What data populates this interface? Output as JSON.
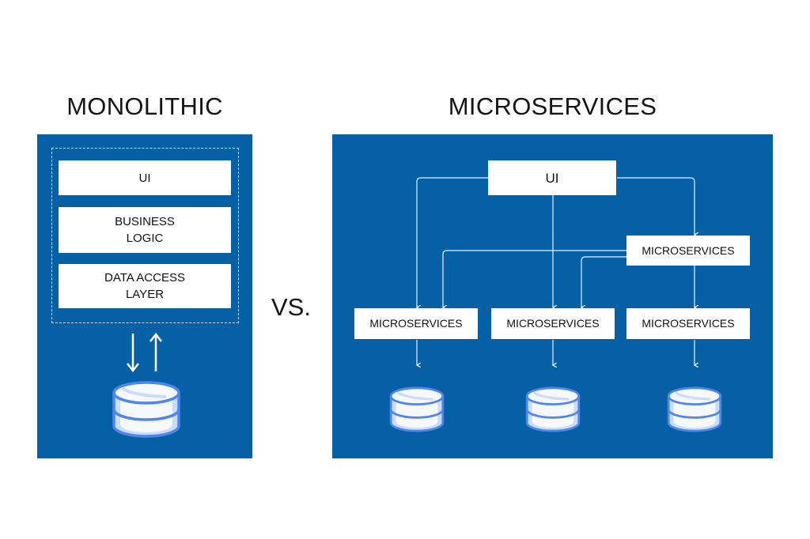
{
  "monolithic": {
    "title": "MONOLITHIC",
    "layers": [
      {
        "line1": "UI",
        "line2": ""
      },
      {
        "line1": "BUSINESS",
        "line2": "LOGIC"
      },
      {
        "line1": "DATA ACCESS",
        "line2": "LAYER"
      }
    ],
    "arrows": [
      "down",
      "up"
    ],
    "database_icon": "database-icon"
  },
  "separator": "VS.",
  "microservices": {
    "title": "MICROSERVICES",
    "ui_label": "UI",
    "gateway_label": "MICROSERVICES",
    "services": [
      "MICROSERVICES",
      "MICROSERVICES",
      "MICROSERVICES"
    ],
    "database_icon": "database-icon"
  },
  "colors": {
    "panel": "#0560a6",
    "box": "#ffffff",
    "db_outline": "#4f86ec",
    "db_fill": "#f7f8fa",
    "db_shade": "#c9dcfb"
  }
}
